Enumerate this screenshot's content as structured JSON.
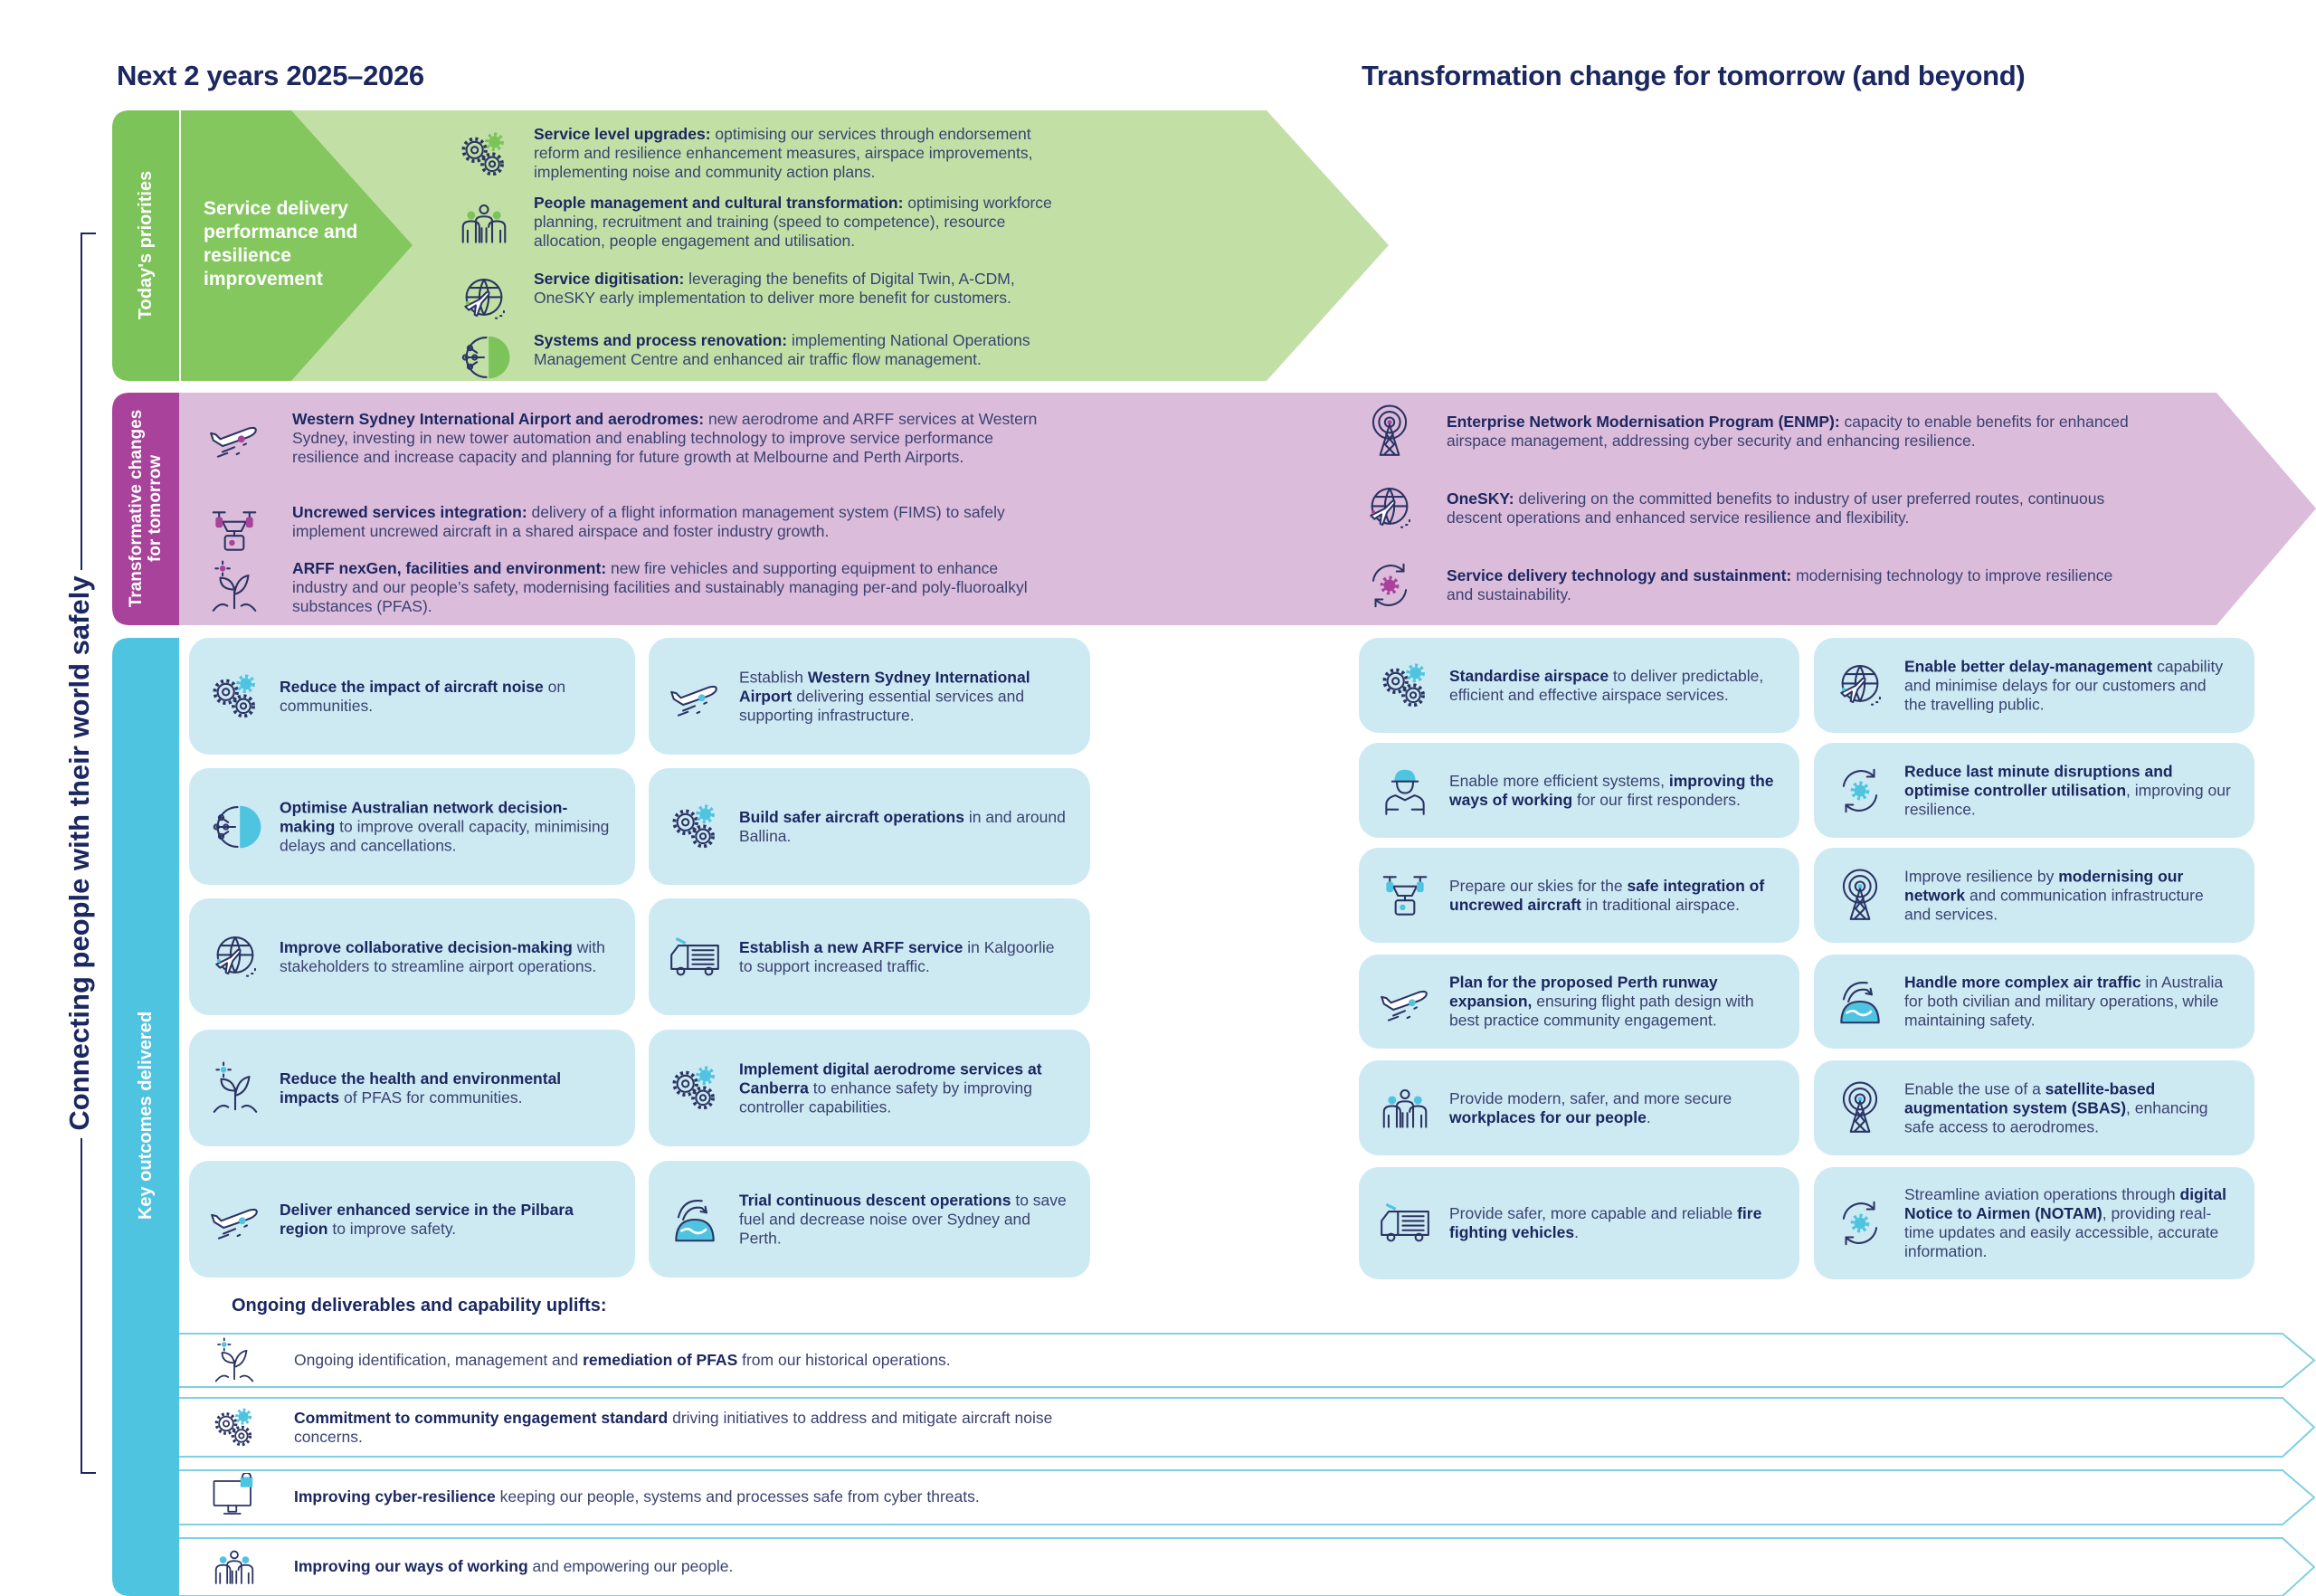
{
  "headings": {
    "left": "Next 2 years 2025–2026",
    "right": "Transformation change for tomorrow (and beyond)",
    "side": "Connecting people with their world safely"
  },
  "colors": {
    "navy": "#1b2760",
    "green_dark": "#7cc35a",
    "green_mid": "#8dcb68",
    "green_light": "#c2e0a6",
    "purple_dark": "#a8429b",
    "purple_light": "#dcbcdb",
    "cyan_dark": "#4fc4e0",
    "cyan_light": "#cdeaf3"
  },
  "today": {
    "label": "Today's priorities",
    "chevron": "Service delivery performance and resilience improvement",
    "items": [
      {
        "icon": "gears-icon",
        "parts": [
          {
            "b": "Service level upgrades:"
          },
          {
            "t": " optimising our services through endorsement reform and resilience enhancement measures, airspace improvements, implementing noise and community action plans."
          }
        ]
      },
      {
        "icon": "people-icon",
        "parts": [
          {
            "b": "People management and cultural transformation:"
          },
          {
            "t": " optimising workforce planning, recruitment and training (speed to competence), resource allocation, people engagement and utilisation."
          }
        ]
      },
      {
        "icon": "globe-plane-icon",
        "parts": [
          {
            "b": "Service digitisation:"
          },
          {
            "t": " leveraging the benefits of Digital Twin, A-CDM, OneSKY early implementation to deliver more benefit for customers."
          }
        ]
      },
      {
        "icon": "network-gear-icon",
        "parts": [
          {
            "b": "Systems and process renovation:"
          },
          {
            "t": " implementing National Operations Management Centre and enhanced air traffic flow management."
          }
        ]
      }
    ]
  },
  "transformative": {
    "label_line1": "Transformative changes",
    "label_line2": "for tomorrow",
    "left": [
      {
        "icon": "plane-icon",
        "parts": [
          {
            "b": "Western Sydney International Airport and aerodromes:"
          },
          {
            "t": " new aerodrome and ARFF services at Western Sydney, investing in new tower automation and enabling technology to improve service performance resilience and increase capacity and planning for future growth at Melbourne and Perth Airports."
          }
        ]
      },
      {
        "icon": "drone-icon",
        "parts": [
          {
            "b": "Uncrewed services integration:"
          },
          {
            "t": " delivery of a flight information management system (FIMS) to safely implement uncrewed aircraft in a shared airspace and foster industry growth."
          }
        ]
      },
      {
        "icon": "plant-icon",
        "parts": [
          {
            "b": "ARFF nexGen, facilities and environment:"
          },
          {
            "t": " new fire vehicles and supporting equipment to enhance industry and our people’s safety, modernising facilities and sustainably managing per-and poly-fluoroalkyl substances (PFAS)."
          }
        ]
      }
    ],
    "right": [
      {
        "icon": "tower-icon",
        "parts": [
          {
            "b": "Enterprise Network Modernisation Program (ENMP):"
          },
          {
            "t": " capacity to enable benefits for enhanced airspace management, addressing cyber security and enhancing resilience."
          }
        ]
      },
      {
        "icon": "globe-plane-icon",
        "parts": [
          {
            "b": "OneSKY:"
          },
          {
            "t": " delivering on the committed benefits to industry of user preferred routes, continuous descent operations and enhanced service resilience and flexibility."
          }
        ]
      },
      {
        "icon": "cycle-gear-icon",
        "parts": [
          {
            "b": "Service delivery technology and sustainment:"
          },
          {
            "t": " modernising technology to improve resilience and sustainability."
          }
        ]
      }
    ]
  },
  "outcomes": {
    "label": "Key outcomes delivered",
    "near_term": [
      {
        "icon": "gears-icon",
        "parts": [
          {
            "b": "Reduce the impact of aircraft noise"
          },
          {
            "t": " on communities."
          }
        ]
      },
      {
        "icon": "plane-icon",
        "parts": [
          {
            "t": "Establish "
          },
          {
            "b": "Western Sydney International Airport"
          },
          {
            "t": " delivering essential services and supporting infrastructure."
          }
        ]
      },
      {
        "icon": "network-gear-icon",
        "parts": [
          {
            "b": "Optimise Australian network decision-making"
          },
          {
            "t": " to improve overall capacity, minimising delays and cancellations."
          }
        ]
      },
      {
        "icon": "gears-icon",
        "parts": [
          {
            "b": "Build safer aircraft operations"
          },
          {
            "t": " in and around Ballina."
          }
        ]
      },
      {
        "icon": "globe-plane-icon",
        "parts": [
          {
            "b": "Improve collaborative decision-making"
          },
          {
            "t": " with stakeholders to streamline airport operations."
          }
        ]
      },
      {
        "icon": "firetruck-icon",
        "parts": [
          {
            "b": "Establish a new ARFF service"
          },
          {
            "t": " in Kalgoorlie to support increased traffic."
          }
        ]
      },
      {
        "icon": "plant-icon",
        "parts": [
          {
            "b": "Reduce the health and environmental impacts"
          },
          {
            "t": " of PFAS for communities."
          }
        ]
      },
      {
        "icon": "gears-icon",
        "parts": [
          {
            "b": "Implement digital aerodrome services at Canberra"
          },
          {
            "t": " to enhance safety by improving controller capabilities."
          }
        ]
      },
      {
        "icon": "plane-icon",
        "parts": [
          {
            "b": "Deliver enhanced service in the Pilbara region"
          },
          {
            "t": " to improve safety."
          }
        ]
      },
      {
        "icon": "descent-icon",
        "parts": [
          {
            "b": "Trial continuous descent operations"
          },
          {
            "t": " to save fuel and decrease noise over Sydney and Perth."
          }
        ]
      }
    ],
    "future": [
      {
        "icon": "gears-icon",
        "parts": [
          {
            "b": "Standardise airspace"
          },
          {
            "t": " to deliver predictable, efficient and effective airspace services."
          }
        ]
      },
      {
        "icon": "globe-plane-icon",
        "parts": [
          {
            "b": "Enable better delay-management"
          },
          {
            "t": " capability and minimise delays for our customers and the travelling public."
          }
        ]
      },
      {
        "icon": "responder-icon",
        "parts": [
          {
            "t": "Enable more efficient systems, "
          },
          {
            "b": "improving the ways of working"
          },
          {
            "t": " for our first responders."
          }
        ]
      },
      {
        "icon": "cycle-gear-icon",
        "parts": [
          {
            "b": "Reduce last minute disruptions and optimise controller utilisation"
          },
          {
            "t": ", improving our resilience."
          }
        ]
      },
      {
        "icon": "drone-icon",
        "parts": [
          {
            "t": "Prepare our skies for the "
          },
          {
            "b": "safe integration of uncrewed aircraft"
          },
          {
            "t": " in traditional airspace."
          }
        ]
      },
      {
        "icon": "tower-icon",
        "parts": [
          {
            "t": "Improve resilience by "
          },
          {
            "b": "modernising our network"
          },
          {
            "t": " and communication infrastructure and services."
          }
        ]
      },
      {
        "icon": "plane-icon",
        "parts": [
          {
            "b": "Plan for the proposed Perth runway expansion,"
          },
          {
            "t": " ensuring flight path design with best practice community engagement."
          }
        ]
      },
      {
        "icon": "descent-icon",
        "parts": [
          {
            "b": "Handle more complex air traffic"
          },
          {
            "t": " in Australia for both civilian and military operations, while maintaining safety."
          }
        ]
      },
      {
        "icon": "people-icon",
        "parts": [
          {
            "t": "Provide modern, safer, and more secure "
          },
          {
            "b": "workplaces for our people"
          },
          {
            "t": "."
          }
        ]
      },
      {
        "icon": "tower-icon",
        "parts": [
          {
            "t": "Enable the use of a "
          },
          {
            "b": "satellite-based augmentation system (SBAS)"
          },
          {
            "t": ", enhancing safe access to aerodromes."
          }
        ]
      },
      {
        "icon": "firetruck-icon",
        "parts": [
          {
            "t": "Provide safer, more capable and reliable "
          },
          {
            "b": "fire fighting vehicles"
          },
          {
            "t": "."
          }
        ]
      },
      {
        "icon": "cycle-gear-icon",
        "parts": [
          {
            "t": "Streamline aviation operations through "
          },
          {
            "b": "digital Notice to Airmen (NOTAM)"
          },
          {
            "t": ", providing real-time updates and easily accessible, accurate information."
          }
        ]
      }
    ]
  },
  "ongoing": {
    "title": "Ongoing deliverables and capability uplifts:",
    "rows": [
      {
        "icon": "plant-icon",
        "parts": [
          {
            "t": "Ongoing identification, management and "
          },
          {
            "b": "remediation of PFAS"
          },
          {
            "t": " from our historical operations."
          }
        ]
      },
      {
        "icon": "gears-icon",
        "parts": [
          {
            "b": "Commitment to community engagement standard"
          },
          {
            "t": " driving initiatives to address and mitigate aircraft noise concerns."
          }
        ]
      },
      {
        "icon": "computer-lock-icon",
        "parts": [
          {
            "b": "Improving cyber-resilience"
          },
          {
            "t": " keeping our people, systems and processes safe from cyber threats."
          }
        ]
      },
      {
        "icon": "people-icon",
        "parts": [
          {
            "b": "Improving our ways of working"
          },
          {
            "t": " and empowering our people."
          }
        ]
      }
    ]
  }
}
